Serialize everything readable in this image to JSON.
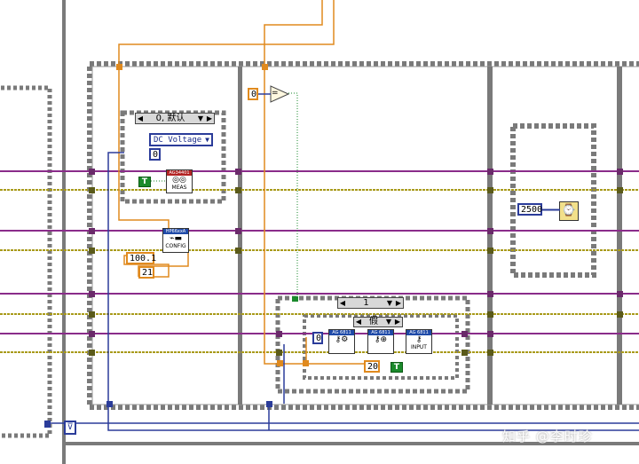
{
  "main_case": {
    "selector": "0, 默认"
  },
  "measurement": {
    "function_ring": "DC Voltage",
    "range": "0"
  },
  "dmm_vi": {
    "header": "AG34401",
    "label": "MEAS"
  },
  "config_vi": {
    "header": "HP66xxA",
    "label": "CONFIG"
  },
  "config_inputs": {
    "voltage": "100.1",
    "current": "21"
  },
  "compare": {
    "constant": "0",
    "operator_symbol": "="
  },
  "inner_case": {
    "selector": "1"
  },
  "nested_case": {
    "selector": "假"
  },
  "acq_subvis": {
    "header": "AG 6811",
    "label_input": "INPUT",
    "constant_zero": "0",
    "constant_twenty": "20"
  },
  "bool_constants": {
    "true_text": "T"
  },
  "wait": {
    "ms": "2500"
  },
  "loop_terminal": {
    "symbol": "⊽"
  },
  "watermark": {
    "text": "知乎 @李时珍"
  },
  "colors": {
    "frame": "#7a7a7a",
    "cluster_wire": "#8a2c8a",
    "error_wire": "#a89a1a",
    "numeric_wire": "#e08a1e",
    "ref_wire": "#2b3c9a",
    "bool_wire": "#1b8a2c"
  }
}
